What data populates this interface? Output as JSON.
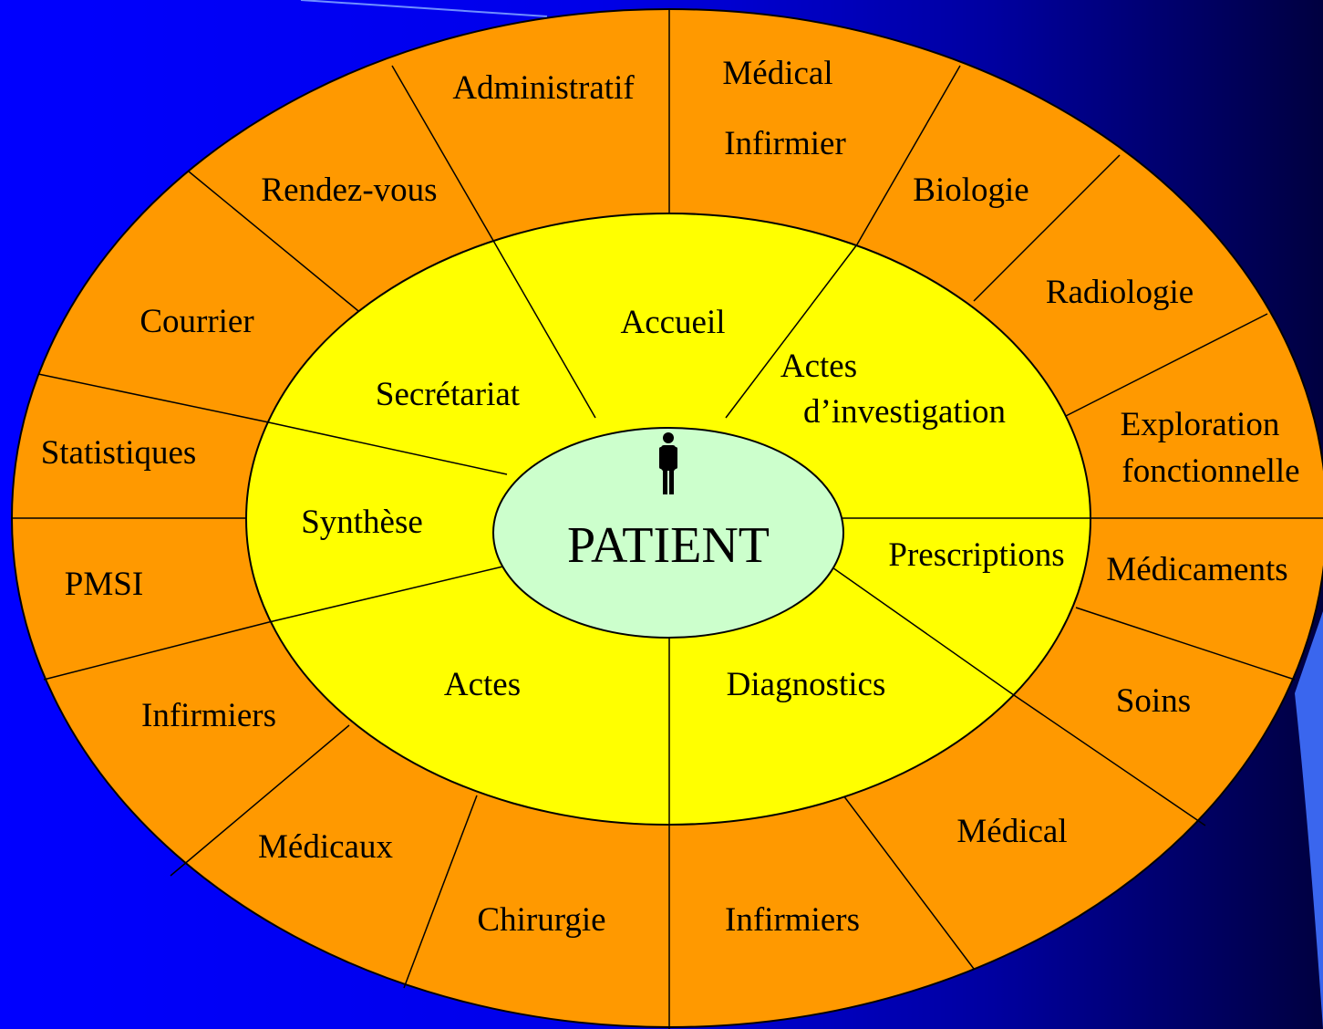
{
  "colors": {
    "background": "#0000ff",
    "outer_ring": "#ff9900",
    "inner_ring": "#ffff00",
    "center": "#ccffcc",
    "lines": "#000000"
  },
  "center": {
    "label": "PATIENT",
    "icon": "person-icon"
  },
  "inner_ring": {
    "accueil": "Accueil",
    "actes_investigation_1": "Actes",
    "actes_investigation_2": "d’investigation",
    "prescriptions": "Prescriptions",
    "diagnostics": "Diagnostics",
    "actes": "Actes",
    "synthese": "Synthèse",
    "secretariat": "Secrétariat"
  },
  "outer_ring": {
    "administratif": "Administratif",
    "medical_infirmier_1": "Médical",
    "medical_infirmier_2": "Infirmier",
    "biologie": "Biologie",
    "radiologie": "Radiologie",
    "exploration_1": "Exploration",
    "exploration_2": "fonctionnelle",
    "medicaments": "Médicaments",
    "soins": "Soins",
    "medical": "Médical",
    "infirmiers_bottom": "Infirmiers",
    "chirurgie": "Chirurgie",
    "medicaux": "Médicaux",
    "infirmiers_left": "Infirmiers",
    "pmsi": "PMSI",
    "statistiques": "Statistiques",
    "courrier": "Courrier",
    "rendez_vous": "Rendez-vous"
  }
}
